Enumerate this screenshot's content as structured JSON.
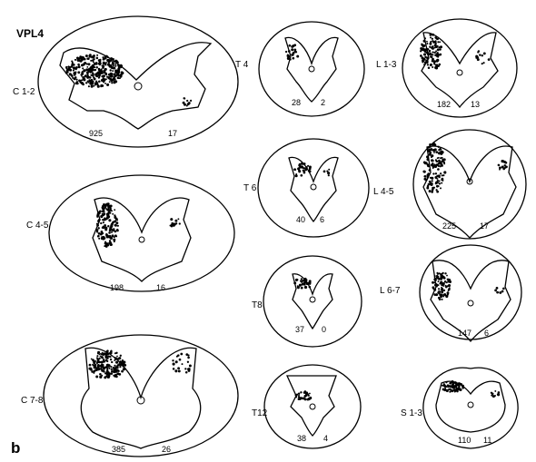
{
  "figure": {
    "id_label": "VPL4",
    "panel_label": "b"
  },
  "sections": [
    {
      "key": "c12",
      "level": "C 1-2",
      "left": "925",
      "right": "17"
    },
    {
      "key": "c45",
      "level": "C 4-5",
      "left": "198",
      "right": "16"
    },
    {
      "key": "c78",
      "level": "C 7-8",
      "left": "385",
      "right": "26"
    },
    {
      "key": "t4",
      "level": "T 4",
      "left": "28",
      "right": "2"
    },
    {
      "key": "t6",
      "level": "T 6",
      "left": "40",
      "right": "6"
    },
    {
      "key": "t8",
      "level": "T8",
      "left": "37",
      "right": "0"
    },
    {
      "key": "t12",
      "level": "T12",
      "left": "38",
      "right": "4"
    },
    {
      "key": "l13",
      "level": "L 1-3",
      "left": "182",
      "right": "13"
    },
    {
      "key": "l45",
      "level": "L 4-5",
      "left": "225",
      "right": "17"
    },
    {
      "key": "l67",
      "level": "L 6-7",
      "left": "147",
      "right": "6"
    },
    {
      "key": "s13",
      "level": "S 1-3",
      "left": "110",
      "right": "11"
    }
  ],
  "colors": {
    "ink": "#000000",
    "background": "#ffffff"
  }
}
